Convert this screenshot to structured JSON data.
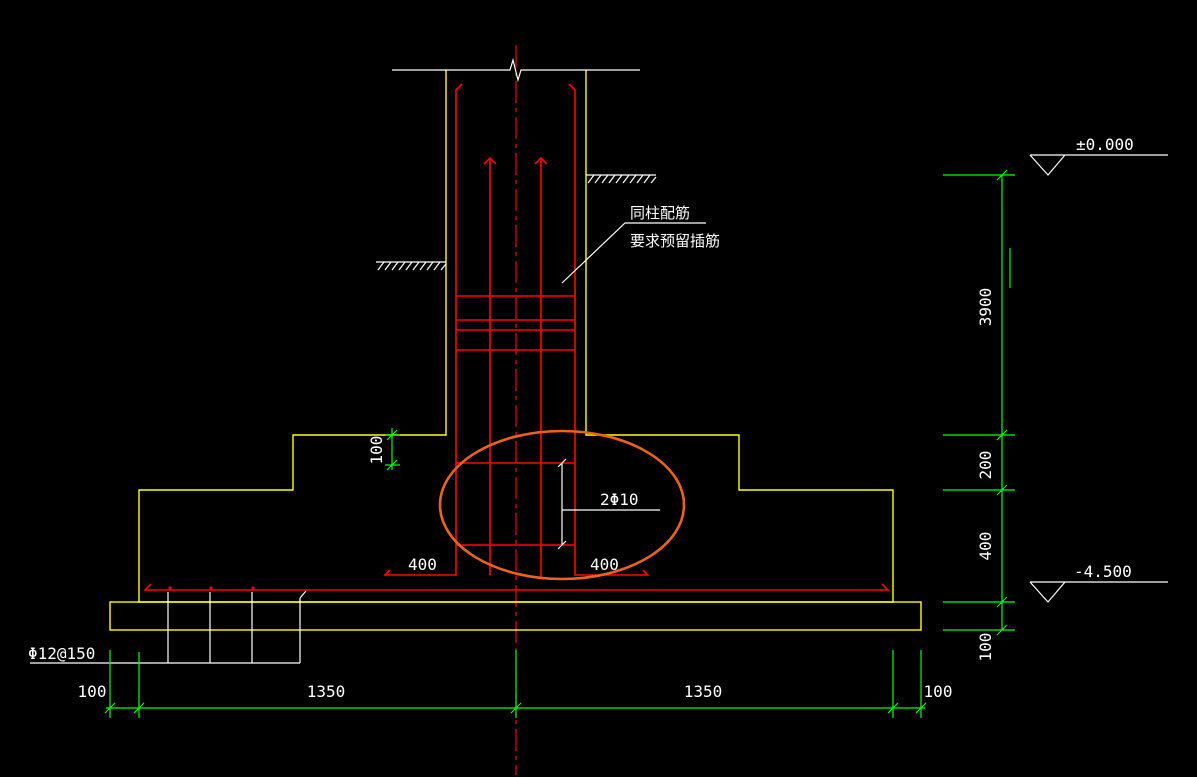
{
  "elevations": {
    "top": "±0.000",
    "bottom": "-4.500"
  },
  "annotations": {
    "rebar_note_line1": "同柱配筋",
    "rebar_note_line2": "要求预留插筋",
    "stirrup_label": "2Φ10",
    "bottom_rebar_label": "Φ12@150",
    "hook_left": "400",
    "hook_right": "400"
  },
  "dimensions": {
    "vertical": [
      "3900",
      "200",
      "400",
      "100"
    ],
    "step_height": "100",
    "horizontal": [
      "100",
      "1350",
      "1350",
      "100"
    ]
  },
  "colors": {
    "background": "#000000",
    "outline": "#ffff00",
    "rebar": "#ff0000",
    "dimension": "#00ff00",
    "annotation": "#ffffff",
    "highlight": "#e8641e"
  }
}
